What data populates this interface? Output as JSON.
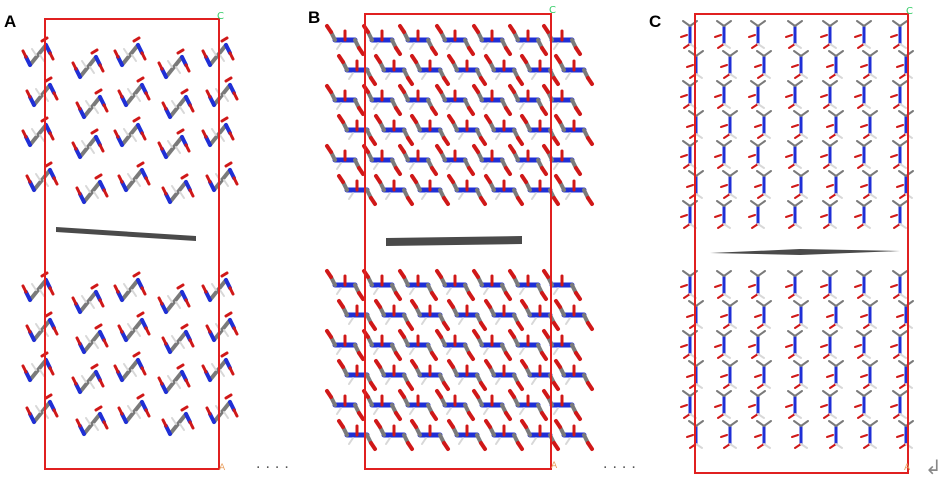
{
  "panels": [
    {
      "id": "A",
      "label": "A",
      "axis_top": "C",
      "axis_bottom": "A"
    },
    {
      "id": "B",
      "label": "B",
      "axis_top": "C",
      "axis_bottom": "A"
    },
    {
      "id": "C",
      "label": "C",
      "axis_top": "C",
      "axis_bottom": "A"
    }
  ],
  "separators": [
    "....",
    "...."
  ],
  "return_mark": "↲",
  "colors": {
    "cell_border": "#e02020",
    "nitrogen": "#1f2fd6",
    "oxygen": "#d01818",
    "carbon": "#7a7a7a",
    "hydrogen": "#d8d8d8",
    "sheet": "#4a4a4a",
    "axis_c": "#33cc66",
    "axis_a": "#e8a060"
  }
}
